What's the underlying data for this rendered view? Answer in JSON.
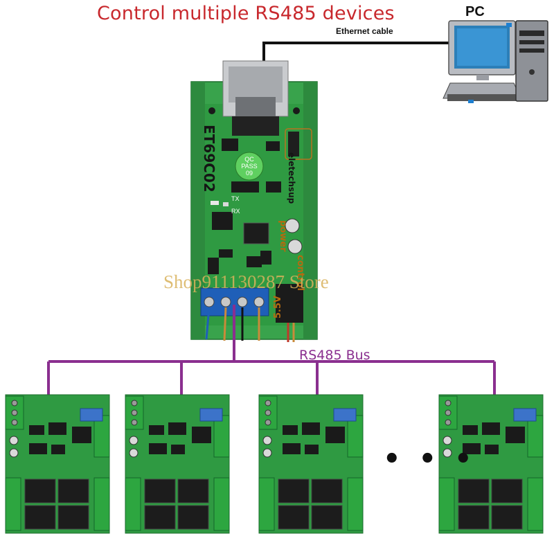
{
  "title": "Control multiple RS485 devices",
  "pc_label": "PC",
  "ethernet_label": "Ethernet cable",
  "bus_label": "RS485 Bus",
  "watermark": "Shop911130287 Store",
  "ellipsis": "• • •",
  "main_board": {
    "model": "ET69C02",
    "brand": "eletechsup",
    "qc_line1": "QC",
    "qc_line2": "PASS",
    "qc_line3": "09",
    "tx_label": "TX",
    "rx_label": "RX",
    "power_label": "power",
    "voltage_label": "5.5V",
    "control_label": "control"
  },
  "colors": {
    "title": "#c8282d",
    "bus": "#8a2f8f",
    "pcb": "#2f9a42",
    "terminal_blue": "#1f5fb8",
    "terminal_green": "#2da640",
    "dip_blue": "#3c73c9",
    "wire_orange": "#c98a3a"
  },
  "slave_boards": [
    {
      "name": "slave-board-1"
    },
    {
      "name": "slave-board-2"
    },
    {
      "name": "slave-board-3"
    },
    {
      "name": "slave-board-4"
    }
  ]
}
